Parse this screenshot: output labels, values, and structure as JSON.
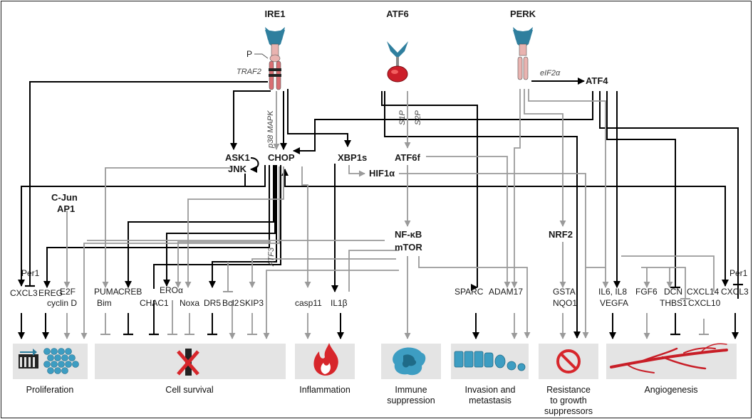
{
  "receptors": {
    "ire1": "IRE1",
    "atf6": "ATF6",
    "perk": "PERK"
  },
  "modifiers": {
    "p": "P",
    "traf2": "TRAF2",
    "p38": "p38 MAPK",
    "s1p": "S1P",
    "s2p": "S2P",
    "eif2a": "eIF2α",
    "atf3": "ATF3"
  },
  "nodes": {
    "atf4": "ATF4",
    "ask1": "ASK1",
    "jnk": "JNK",
    "chop": "CHOP",
    "xbp1s": "XBP1s",
    "atf6f": "ATF6f",
    "hif1a": "HIF1α",
    "cjun": "C-Jun",
    "ap1": "AP1",
    "nfkb": "NF-κB",
    "mtor": "mTOR",
    "nrf2": "NRF2"
  },
  "targets": {
    "per1_left": "Per1",
    "cxcl3_left": "CXCL3",
    "ereg": "EREG",
    "e2f": "E2F",
    "cyclind": "cyclin D",
    "puma": "PUMA",
    "bim": "Bim",
    "creb": "CREB",
    "chac1": "CHAC1",
    "eroa": "EROα",
    "noxa": "Noxa",
    "dr5": "DR5",
    "bcl2": "Bcl2",
    "skip3": "SKIP3",
    "casp11": "casp11",
    "il1b": "IL1β",
    "sparc": "SPARC",
    "adam17": "ADAM17",
    "gsta": "GSTA",
    "nqo1": "NQO1",
    "il6il8": "IL6, IL8",
    "vegfa": "VEGFA",
    "fgf6": "FGF6",
    "dcn": "DCN",
    "thbs1": "THBS1",
    "cxcl14": "CXCL14",
    "cxcl10": "CXCL10",
    "per1_right": "Per1",
    "cxcl3_right": "CXCL3"
  },
  "outcomes": {
    "proliferation": "Proliferation",
    "survival": "Cell survival",
    "inflammation": "Inflammation",
    "immune_1": "Immune",
    "immune_2": "suppression",
    "invasion_1": "Invasion and",
    "invasion_2": "metastasis",
    "resistance_1": "Resistance",
    "resistance_2": "to growth",
    "resistance_3": "suppressors",
    "angiogenesis": "Angiogenesis"
  },
  "colors": {
    "strong": "#000000",
    "weak": "#9a9a9a",
    "panel": "#e4e4e4",
    "receptor_blue": "#2f7f9e",
    "receptor_pink": "#e9b3b0",
    "red": "#d7262b"
  }
}
